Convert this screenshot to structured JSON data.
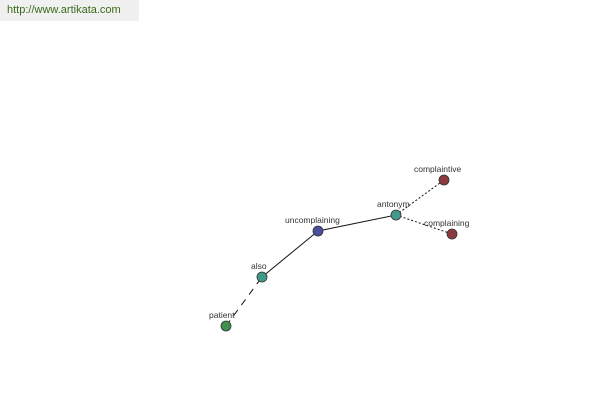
{
  "source_url": "http://www.artikata.com",
  "graph": {
    "nodes": [
      {
        "id": "patient",
        "label": "patient",
        "color": "#3f8f4f"
      },
      {
        "id": "also",
        "label": "also",
        "color": "#3f9a8c"
      },
      {
        "id": "uncomplaining",
        "label": "uncomplaining",
        "color": "#4a4f9c"
      },
      {
        "id": "antonym",
        "label": "antonym",
        "color": "#3f9a8c"
      },
      {
        "id": "complaintive",
        "label": "complaintive",
        "color": "#8c3a3e"
      },
      {
        "id": "complaining",
        "label": "complaining",
        "color": "#8c3a3e"
      }
    ],
    "edges": [
      {
        "from": "patient",
        "to": "also",
        "style": "dashed"
      },
      {
        "from": "also",
        "to": "uncomplaining",
        "style": "solid"
      },
      {
        "from": "uncomplaining",
        "to": "antonym",
        "style": "solid"
      },
      {
        "from": "antonym",
        "to": "complaintive",
        "style": "dotted"
      },
      {
        "from": "antonym",
        "to": "complaining",
        "style": "dotted"
      }
    ]
  }
}
